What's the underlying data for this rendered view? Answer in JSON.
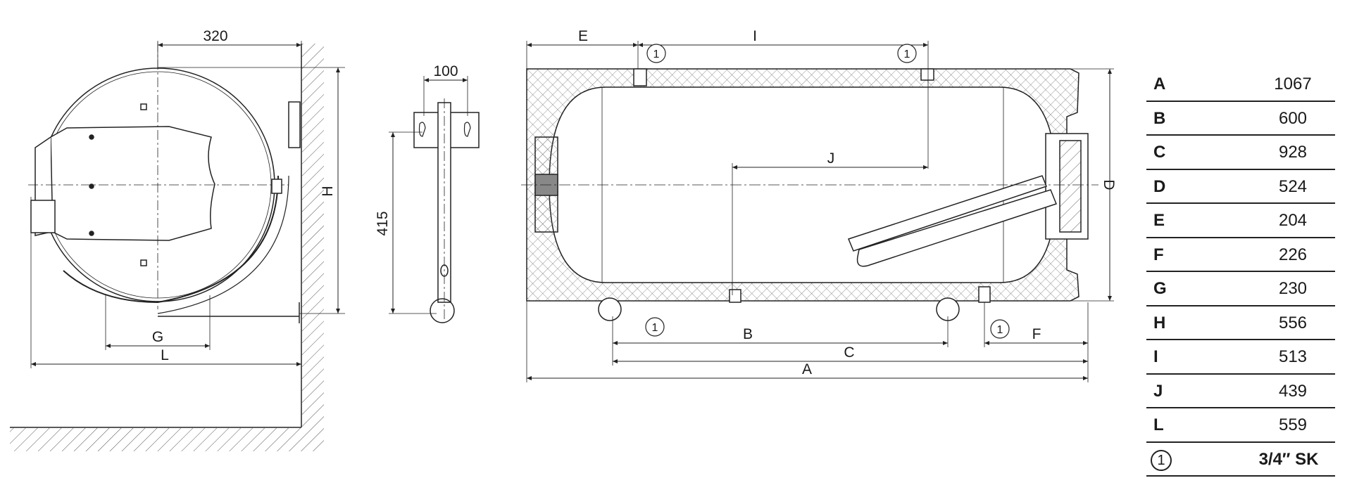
{
  "side_view": {
    "top_width": "320",
    "height_label": "H",
    "dim_g": "G",
    "dim_l": "L"
  },
  "bracket_view": {
    "width": "100",
    "height": "415"
  },
  "main_view": {
    "dim_e": "E",
    "dim_i": "I",
    "dim_j": "J",
    "dim_d": "D",
    "dim_b": "B",
    "dim_c": "C",
    "dim_a": "A",
    "dim_f": "F",
    "callout": "1"
  },
  "table": {
    "rows": [
      {
        "key": "A",
        "value": "1067"
      },
      {
        "key": "B",
        "value": "600"
      },
      {
        "key": "C",
        "value": "928"
      },
      {
        "key": "D",
        "value": "524"
      },
      {
        "key": "E",
        "value": "204"
      },
      {
        "key": "F",
        "value": "226"
      },
      {
        "key": "G",
        "value": "230"
      },
      {
        "key": "H",
        "value": "556"
      },
      {
        "key": "I",
        "value": "513"
      },
      {
        "key": "J",
        "value": "439"
      },
      {
        "key": "L",
        "value": "559"
      }
    ],
    "note": {
      "key": "1",
      "value": "3/4″ SK"
    }
  }
}
